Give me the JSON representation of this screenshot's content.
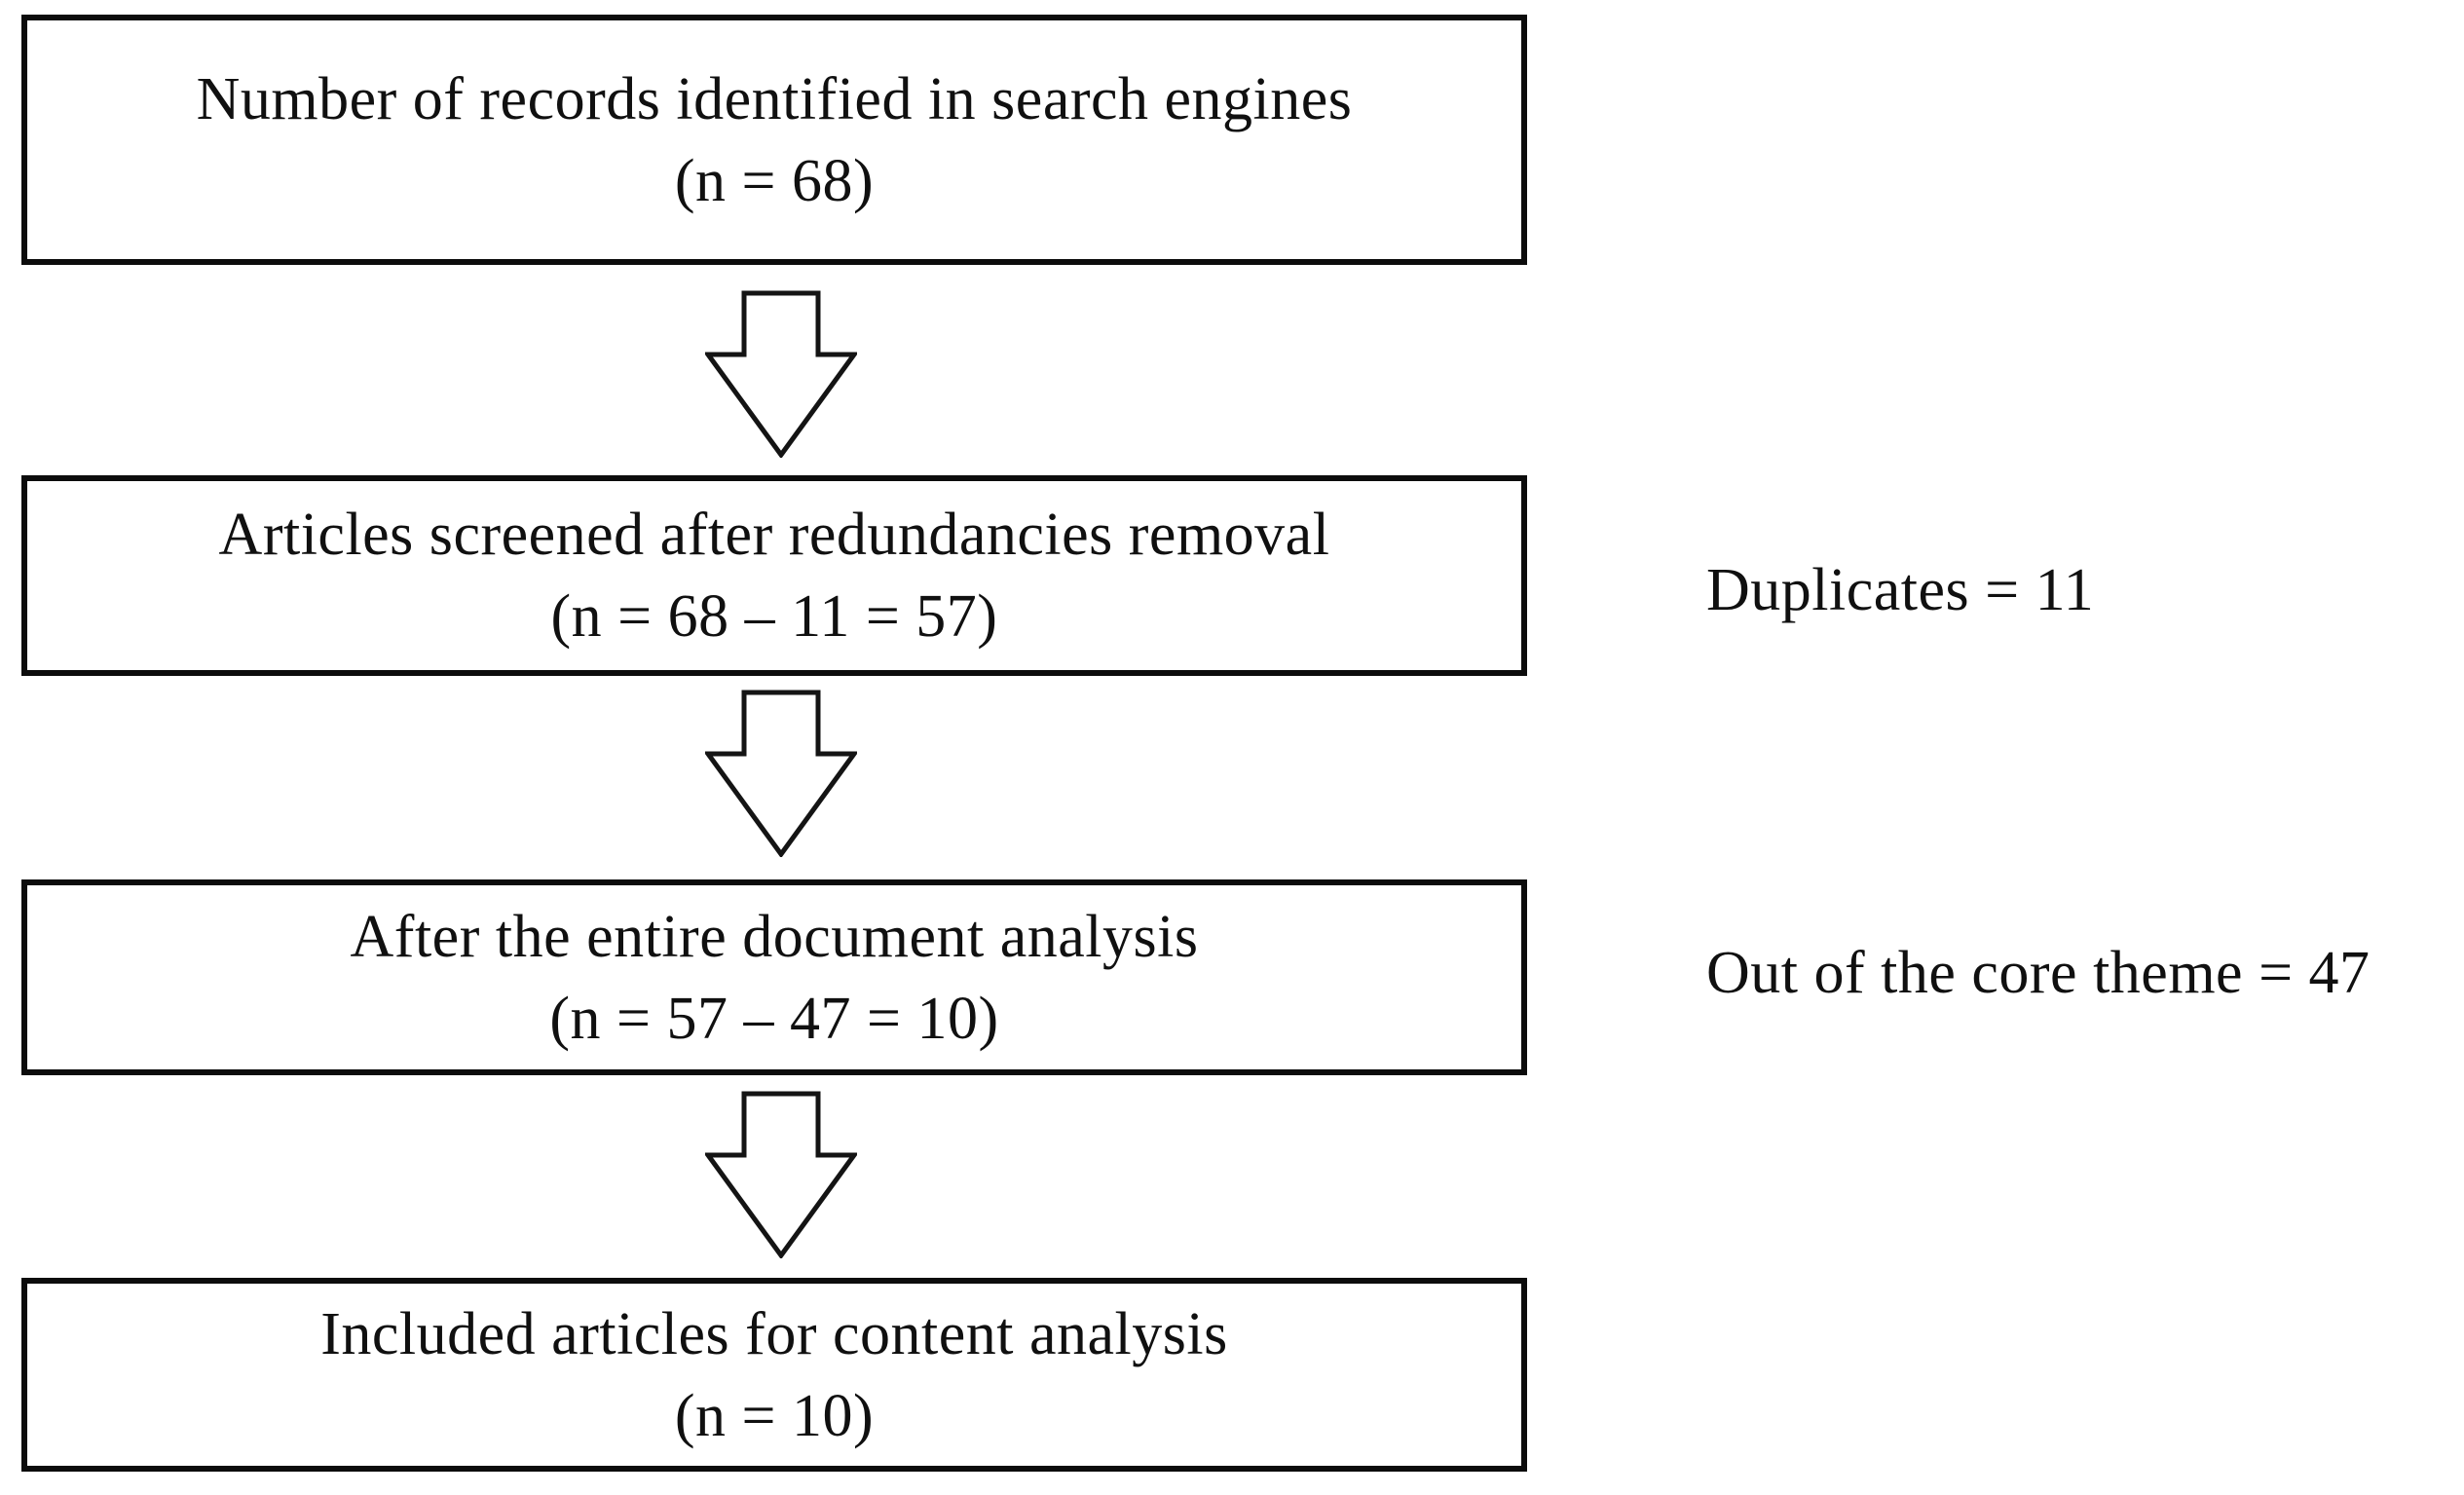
{
  "figure": {
    "type": "flow-diagram",
    "colors": {
      "background": "#ffffff",
      "line": "#0c0c0c",
      "text": "#101010"
    },
    "steps": [
      {
        "id": "identification",
        "line1": "Number of records identified in search engines",
        "line2": "(n = 68)"
      },
      {
        "id": "screening",
        "line1": "Articles screened after redundancies removal",
        "line2": "(n = 68 – 11 = 57)",
        "side_note": "Duplicates = 11"
      },
      {
        "id": "eligibility",
        "line1": "After the entire document analysis",
        "line2": "(n = 57 – 47 = 10)",
        "side_note": "Out of the core theme = 47"
      },
      {
        "id": "included",
        "line1": "Included articles for content analysis",
        "line2": "(n = 10)"
      }
    ],
    "connector": "down-block-arrow"
  }
}
